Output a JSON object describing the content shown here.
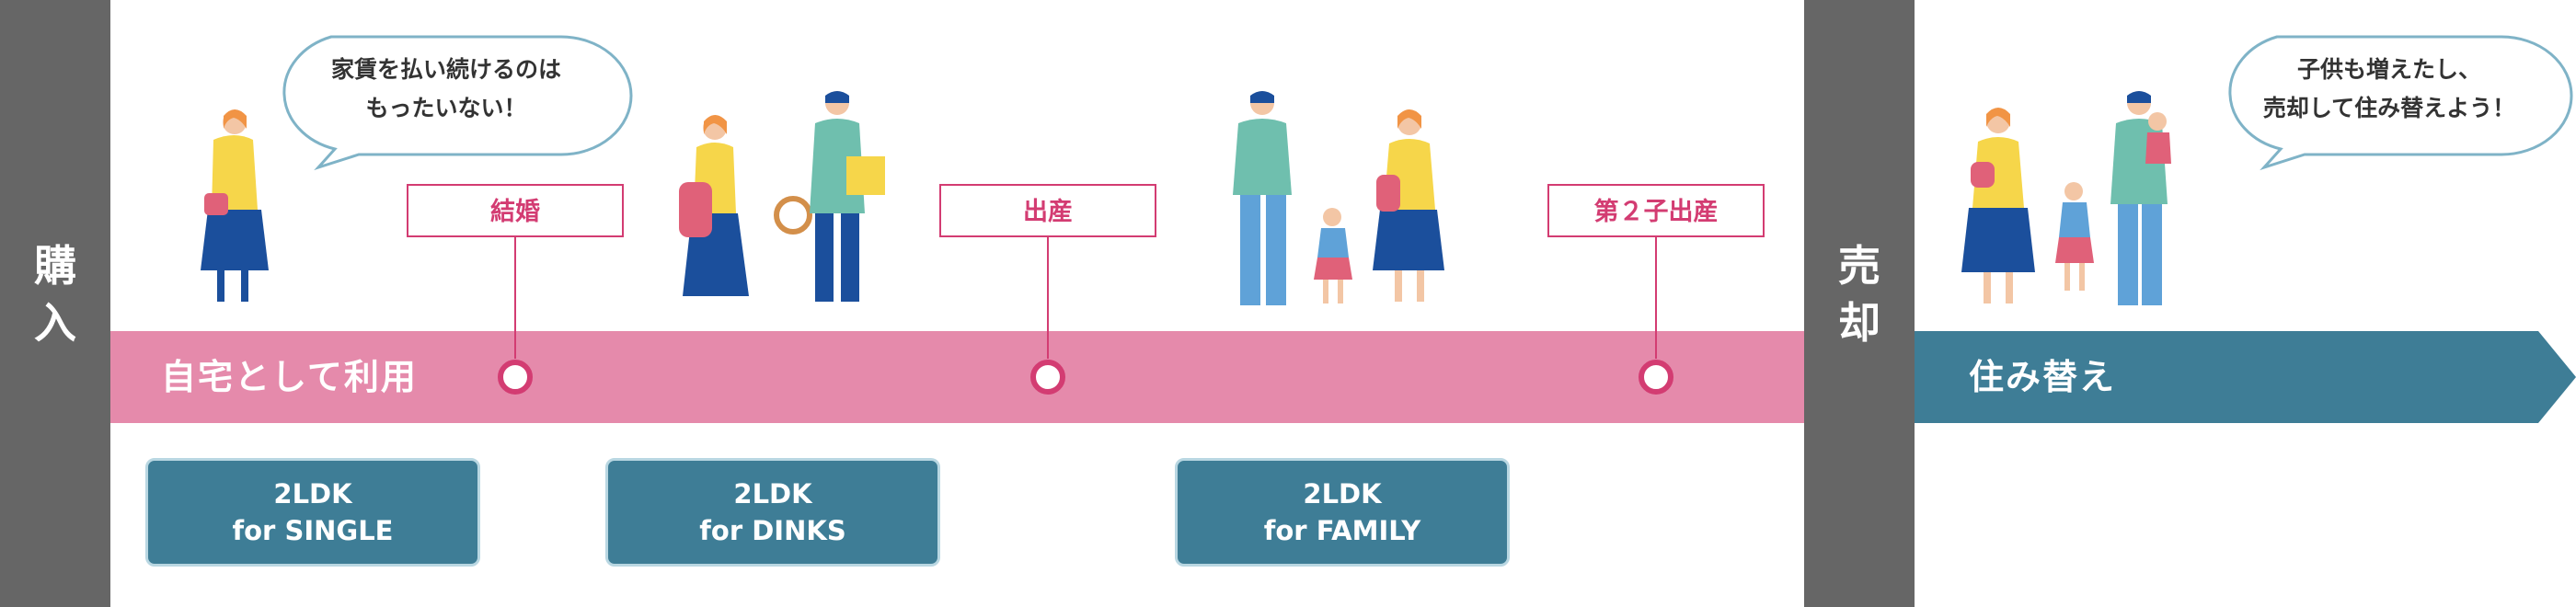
{
  "side_labels": {
    "purchase": "購\n入",
    "sale": "売\n却"
  },
  "band_labels": {
    "own_home": "自宅として利用",
    "relocate": "住み替え"
  },
  "events": [
    {
      "label": "結婚"
    },
    {
      "label": "出産"
    },
    {
      "label": "第２子出産"
    }
  ],
  "plans": [
    {
      "line1": "2LDK",
      "line2": "for SINGLE"
    },
    {
      "line1": "2LDK",
      "line2": "for DINKS"
    },
    {
      "line1": "2LDK",
      "line2": "for FAMILY"
    }
  ],
  "bubbles": {
    "left": "家賃を払い続けるのは\nもったいない！",
    "right": "子供も増えたし、\n売却して住み替えよう！"
  },
  "colors": {
    "pink_band": "#e58aab",
    "event_accent": "#d33c72",
    "teal": "#3e7d96",
    "side_gray": "#666666"
  }
}
